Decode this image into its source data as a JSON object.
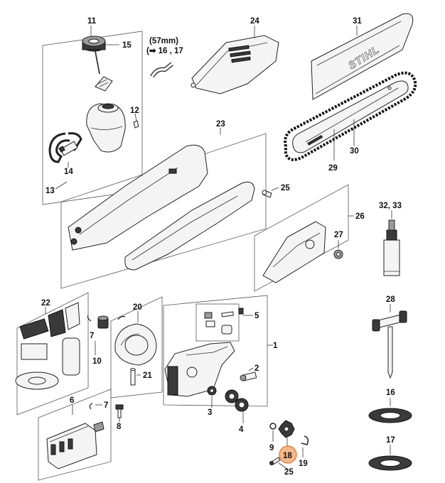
{
  "labels": {
    "p11": "11",
    "p15": "15",
    "p12": "12",
    "p14": "14",
    "p13": "13",
    "note_len": "(57mm)",
    "note_ref": "(➡ 16 , 17",
    "p24": "24",
    "p31": "31",
    "p30": "30",
    "p29": "29",
    "p23": "23",
    "p25a": "25",
    "p26": "26",
    "p27": "27",
    "p3233": "32, 33",
    "p22": "22",
    "p20": "20",
    "p7a": "7",
    "p10": "10",
    "p21": "21",
    "p5": "5",
    "p1": "1",
    "p2": "2",
    "p3": "3",
    "p4": "4",
    "p28": "28",
    "p6": "6",
    "p7b": "7",
    "p8": "8",
    "p16": "16",
    "p9": "9",
    "p18": "18",
    "p19": "19",
    "p25b": "25",
    "p17": "17"
  },
  "brand_logo_text": "STIHL",
  "highlight": {
    "part": "18",
    "color": "#f5b98a",
    "border": "#e8864a"
  }
}
